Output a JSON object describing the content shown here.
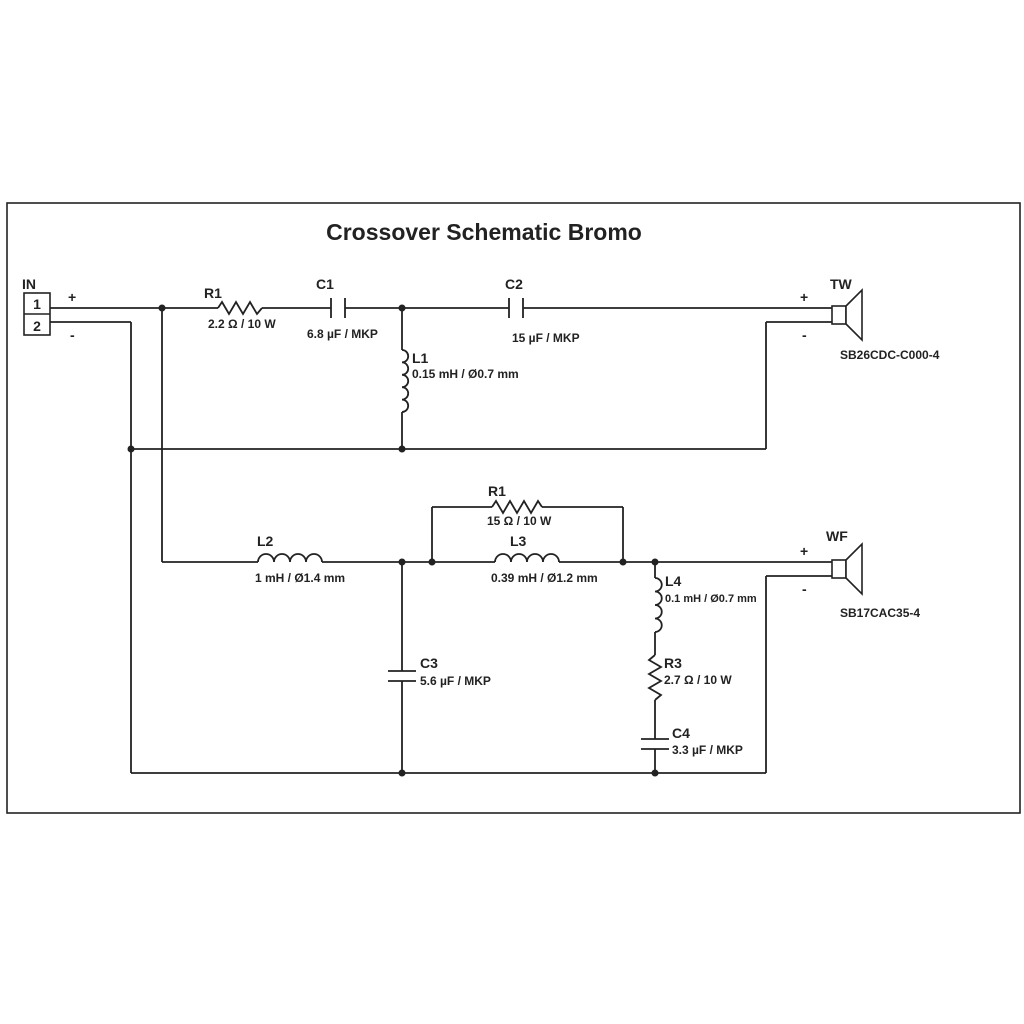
{
  "title": "Crossover Schematic Bromo",
  "input": {
    "label": "IN",
    "pin1": "1",
    "pin2": "2",
    "plus": "+",
    "minus": "-"
  },
  "tweeter": {
    "label": "TW",
    "model": "SB26CDC-C000-4",
    "plus": "+",
    "minus": "-"
  },
  "woofer": {
    "label": "WF",
    "model": "SB17CAC35-4",
    "plus": "+",
    "minus": "-"
  },
  "components": {
    "r1_tw": {
      "ref": "R1",
      "value": "2.2 Ω / 10 W"
    },
    "c1": {
      "ref": "C1",
      "value": "6.8 µF / MKP"
    },
    "c2": {
      "ref": "C2",
      "value": "15 µF / MKP"
    },
    "l1": {
      "ref": "L1",
      "value": "0.15 mH / Ø0.7 mm"
    },
    "l2": {
      "ref": "L2",
      "value": "1 mH / Ø1.4 mm"
    },
    "r1_wf": {
      "ref": "R1",
      "value": "15 Ω / 10 W"
    },
    "l3": {
      "ref": "L3",
      "value": "0.39 mH / Ø1.2 mm"
    },
    "l4": {
      "ref": "L4",
      "value": "0.1 mH / Ø0.7 mm"
    },
    "r3": {
      "ref": "R3",
      "value": "2.7 Ω / 10 W"
    },
    "c3": {
      "ref": "C3",
      "value": "5.6 µF / MKP"
    },
    "c4": {
      "ref": "C4",
      "value": "3.3 µF / MKP"
    }
  }
}
